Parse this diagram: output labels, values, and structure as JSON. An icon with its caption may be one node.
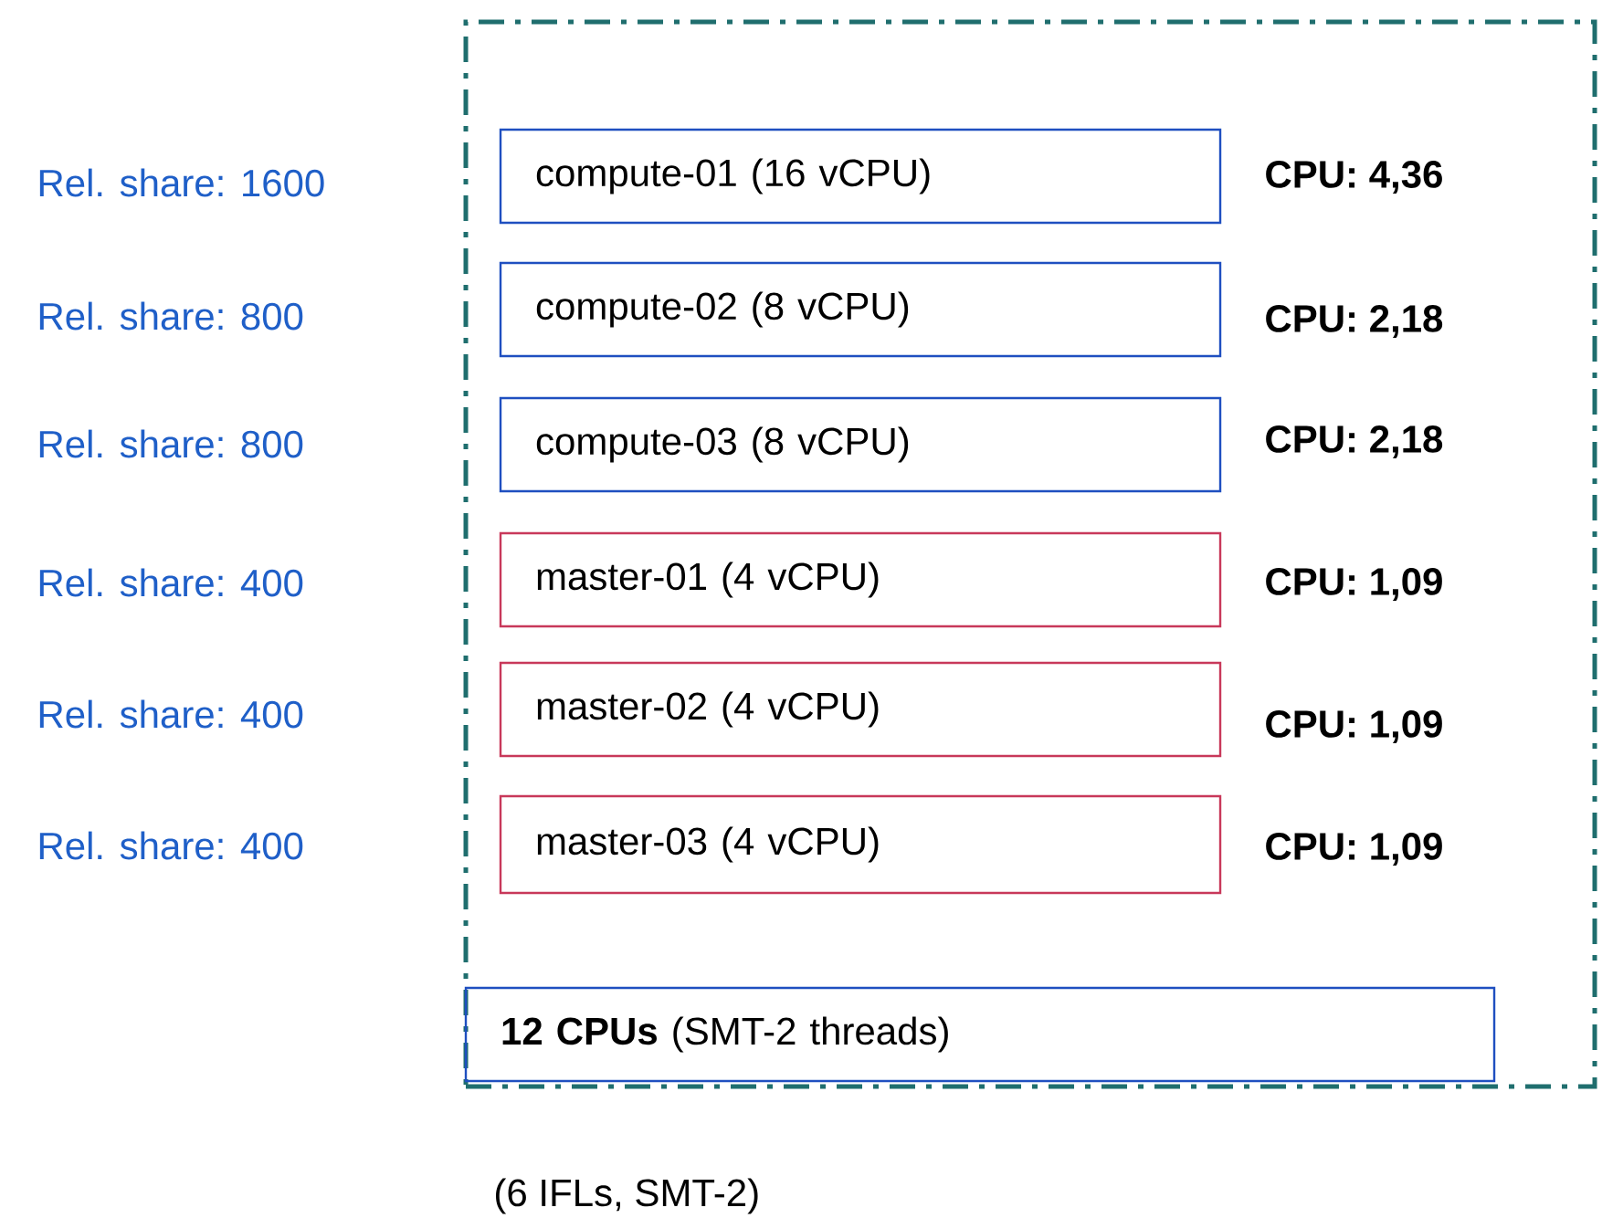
{
  "diagram": {
    "nodes": [
      {
        "text": [
          "(6 IFLs, SMT-2)"
        ]
      },
      {
        "text": [
          "compute-01 (16 vCPU)"
        ],
        "in": 0,
        "beside": [
          "CPU: 4,36"
        ]
      },
      {
        "text": [
          "compute-02 (8 vCPU)"
        ],
        "in": 0,
        "beside": [
          "CPU: 2,18"
        ]
      },
      {
        "text": [
          "compute-03 (8 vCPU)"
        ],
        "in": 0,
        "beside": [
          "CPU: 2,18"
        ]
      },
      {
        "text": [
          "master-01 (4 vCPU)"
        ],
        "in": 0,
        "beside": [
          "CPU: 1,09"
        ]
      },
      {
        "text": [
          "master-02 (4 vCPU)"
        ],
        "in": 0,
        "beside": [
          "CPU: 1,09"
        ]
      },
      {
        "text": [
          "master-03 (4 vCPU)"
        ],
        "in": 0,
        "beside": [
          "CPU: 1,09"
        ]
      },
      {
        "text": [
          "**12 CPUs** (SMT-2 threads)"
        ],
        "in": 0
      }
    ],
    "labels": [
      "Rel. share: 1600",
      "Rel. share: 800",
      "Rel. share: 800",
      "Rel. share: 400",
      "Rel. share: 400",
      "Rel. share: 400"
    ]
  }
}
